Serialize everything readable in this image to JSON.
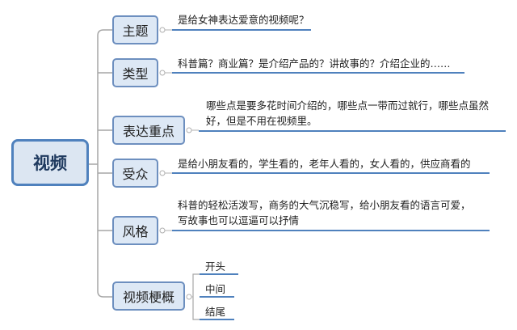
{
  "root": {
    "label": "视频"
  },
  "branches": [
    {
      "label": "主题",
      "lines": [
        "是给女神表达爱意的视频呢？"
      ]
    },
    {
      "label": "类型",
      "lines": [
        "科普篇？商业篇？是介绍产品的？讲故事的？介绍企业的……"
      ]
    },
    {
      "label": "表达重点",
      "lines": [
        "哪些点是要多花时间介绍的，哪些点一带而过就行，哪些点虽然",
        "好，但是不用在视频里。"
      ]
    },
    {
      "label": "受众",
      "lines": [
        "是给小朋友看的，学生看的，老年人看的，女人看的，供应商看的"
      ]
    },
    {
      "label": "风格",
      "lines": [
        "科普的轻松活泼写，商务的大气沉稳写，给小朋友看的语言可爱，",
        "写故事也可以逗逼可以抒情"
      ]
    },
    {
      "label": "视频梗概",
      "children": [
        "开头",
        "中间",
        "结尾"
      ]
    }
  ],
  "colors": {
    "accent": "#4f81bd",
    "node_bg": "#dde8f5",
    "connector": "#a6a6a6"
  }
}
